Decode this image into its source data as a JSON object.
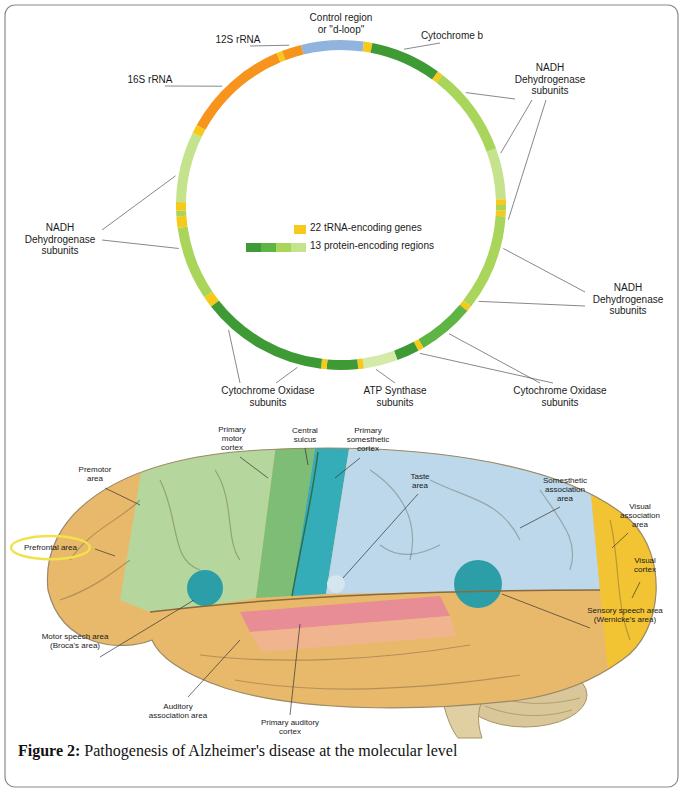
{
  "diagram": {
    "caption": "Figure 2: Pathogenesis of Alzheimer's disease at the molecular level",
    "nodes": [
      {
        "text": [
          "Prefrontal area"
        ]
      }
    ],
    "labels": [
      "Control region or \"d-loop\"",
      "12S rRNA",
      "Cytochrome b",
      "16S rRNA",
      "NADH Dehydrogenase subunits",
      "NADH Dehydrogenase subunits",
      "NADH Dehydrogenase subunits",
      "Cytochrome Oxidase subunits",
      "ATP Synthase subunits",
      "Cytochrome Oxidase subunits",
      "Premotor area",
      "Primary motor cortex",
      "Central sulcus",
      "Primary somesthetic cortex",
      "Taste area",
      "Somesthetic association area",
      "Visual association area",
      "Visual cortex",
      "Sensory speech area (Wernicke's area)",
      "Primary auditory cortex",
      "Auditory association area",
      "Motor speech area (Broca's area)"
    ],
    "legend": [
      {
        "text": "22 tRNA-encoding genes",
        "color": "#f7c91b"
      },
      {
        "text": "13 protein-encoding regions"
      }
    ]
  }
}
